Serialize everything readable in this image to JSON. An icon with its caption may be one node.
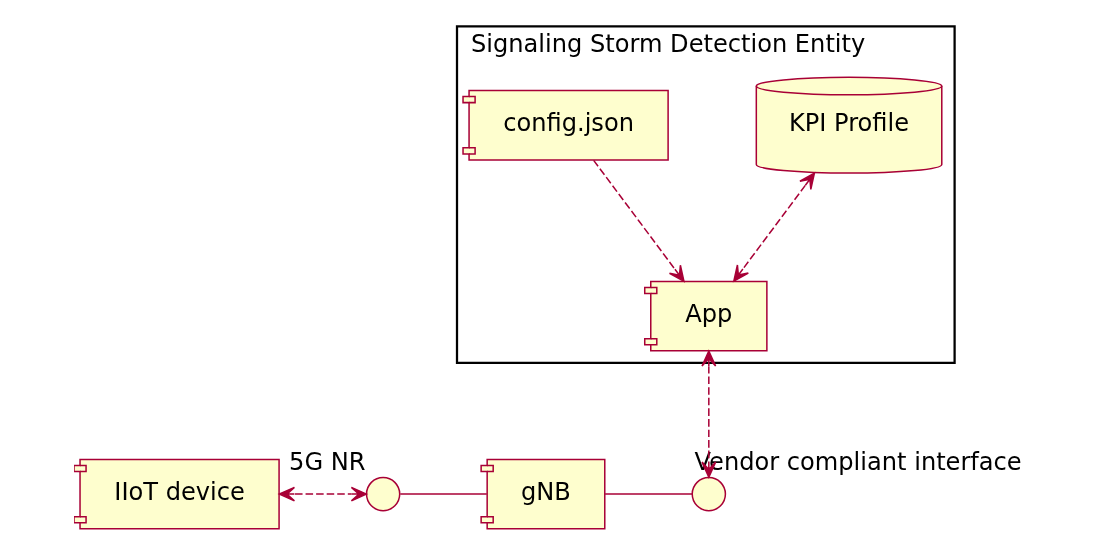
{
  "diagram": {
    "nodes": [
      {
        "text": [
          "Signaling Storm Detection Entity"
        ]
      },
      {
        "text": [
          "KPI Profile"
        ],
        "in": 0
      },
      {
        "text": [
          "App"
        ],
        "in": 0
      },
      {
        "text": [
          "config.json"
        ],
        "in": 0
      },
      {
        "text": [
          "IIoT device"
        ]
      },
      {
        "text": [],
        "shape": "circle",
        "beside": [
          "5G NR"
        ]
      },
      {
        "text": [
          "gNB"
        ]
      },
      {
        "text": [],
        "shape": "circle",
        "beside": [
          "Vendor compliant interface"
        ]
      }
    ],
    "edges": [
      {
        "from": 1,
        "to": 2,
        "arrow": "both",
        "style": "dashed"
      },
      {
        "from": 3,
        "to": 2,
        "arrow": "to",
        "style": "dashed"
      },
      {
        "from": 4,
        "to": 5,
        "arrow": "both",
        "style": "dashed"
      },
      {
        "from": 2,
        "to": 7,
        "arrow": "both",
        "style": "dashed"
      },
      {
        "from": 5,
        "to": 6,
        "arrow": "none"
      },
      {
        "from": 6,
        "to": 7,
        "arrow": "none"
      }
    ]
  }
}
